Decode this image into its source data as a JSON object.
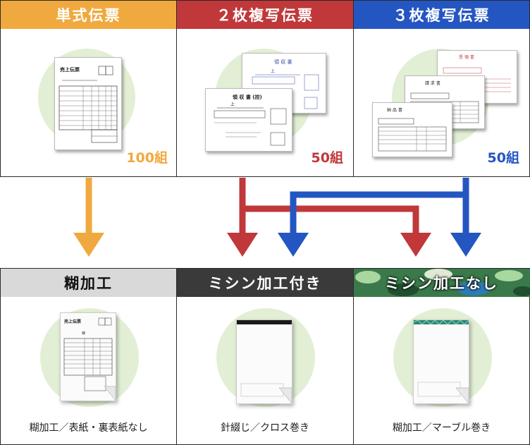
{
  "top_boxes": [
    {
      "title": "単式伝票",
      "count": "100組",
      "color": "#f0a93f"
    },
    {
      "title": "２枚複写伝票",
      "count": "50組",
      "color": "#c0383a"
    },
    {
      "title": "３枚複写伝票",
      "count": "50組",
      "color": "#2456c2"
    }
  ],
  "bottom_boxes": [
    {
      "title": "糊加工",
      "caption": "糊加工／表紙・裏表紙なし"
    },
    {
      "title": "ミシン加工付き",
      "caption": "針綴じ／クロス巻き"
    },
    {
      "title": "ミシン加工なし",
      "caption": "糊加工／マーブル巻き"
    }
  ],
  "forms": {
    "uriage": "売上伝票",
    "ryoshu": "領 収 書",
    "ryoshu_hikae": "領 収 書 (控)",
    "nohin": "納 品 書",
    "seikyu": "請 求 書",
    "jyuryo": "受 領 書",
    "sama": "様",
    "ue": "上"
  },
  "colors": {
    "orange": "#f0a93f",
    "red": "#c0383a",
    "blue": "#2456c2",
    "gray_header": "#d9d9d9",
    "dark_header": "#3a3a3a",
    "camo_header": "#3a7a4a"
  }
}
